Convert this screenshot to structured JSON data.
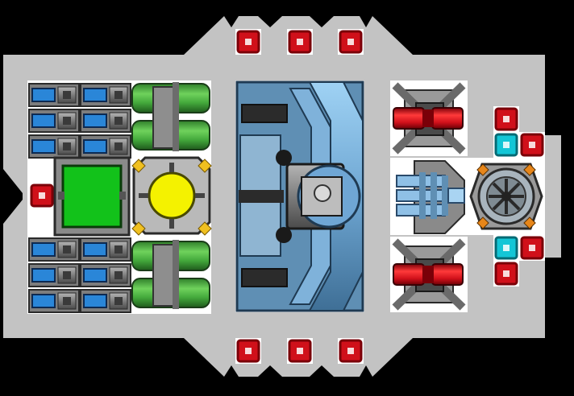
{
  "colors": {
    "background": "#000000",
    "hull": "#c3c3c3",
    "hull_dark": "#9a9a9a",
    "red_module": "#d0101a",
    "red_dark": "#7a0008",
    "cyan_module": "#13c6d6",
    "green_panel": "#12c21a",
    "yellow_core": "#f4f200",
    "blue_cell": "#2a86d8",
    "pipe_green": "#44aa3c",
    "panel_blue": "#5f8fb4",
    "panel_blue_light": "#8fc0e6",
    "orange_bolt": "#e7861a",
    "steel": "#7d7d7d"
  },
  "icons": {
    "red_node": "red-square-node-icon",
    "cyan_node": "cyan-square-node-icon",
    "battery": "battery-cell-icon",
    "reactor": "yellow-reactor-core-icon",
    "shield": "green-shield-panel-icon",
    "thruster": "red-thruster-icon",
    "cannon": "blue-cannon-icon",
    "wheel": "hex-wheel-icon"
  },
  "counts": {
    "battery_rows_per_bank": 3,
    "battery_cols_per_bank": 2,
    "battery_banks": 2,
    "top_nodes": 3,
    "bottom_nodes": 3
  }
}
